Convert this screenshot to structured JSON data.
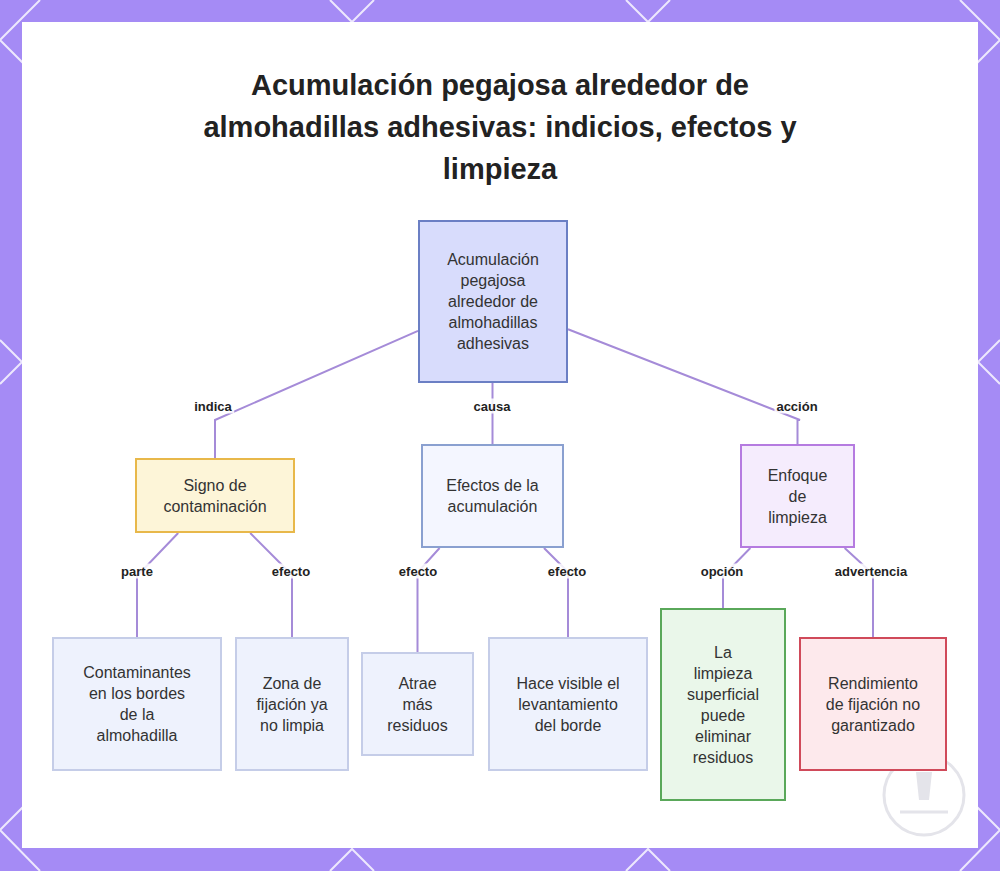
{
  "diagram": {
    "title": "Acumulación pegajosa alrededor de almohadillas adhesivas: indicios, efectos y limpieza",
    "nodes": [
      {
        "text": [
          "Acumulación pegajosa alrededor de almohadillas adhesivas"
        ]
      },
      {
        "text": [
          "Signo de contaminación"
        ]
      },
      {
        "text": [
          "Efectos de la acumulación"
        ]
      },
      {
        "text": [
          "Enfoque de limpieza"
        ]
      },
      {
        "text": [
          "Contaminantes en los bordes de la almohadilla"
        ]
      },
      {
        "text": [
          "Zona de fijación ya no limpia"
        ]
      },
      {
        "text": [
          "Atrae más residuos"
        ]
      },
      {
        "text": [
          "Hace visible el levantamiento del borde"
        ]
      },
      {
        "text": [
          "La limpieza superficial puede eliminar residuos"
        ]
      },
      {
        "text": [
          "Rendimiento de fijación no garantizado"
        ]
      }
    ],
    "edges": [
      {
        "from": 0,
        "to": 1,
        "label": "indica",
        "arrow": "none"
      },
      {
        "from": 0,
        "to": 2,
        "label": "causa",
        "arrow": "none"
      },
      {
        "from": 0,
        "to": 3,
        "label": "acción",
        "arrow": "none"
      },
      {
        "from": 1,
        "to": 4,
        "label": "parte",
        "arrow": "none"
      },
      {
        "from": 1,
        "to": 5,
        "label": "efecto",
        "arrow": "none"
      },
      {
        "from": 2,
        "to": 6,
        "label": "efecto",
        "arrow": "none"
      },
      {
        "from": 2,
        "to": 7,
        "label": "efecto",
        "arrow": "none"
      },
      {
        "from": 3,
        "to": 8,
        "label": "opción",
        "arrow": "none"
      },
      {
        "from": 3,
        "to": 9,
        "label": "advertencia",
        "arrow": "none"
      }
    ]
  }
}
